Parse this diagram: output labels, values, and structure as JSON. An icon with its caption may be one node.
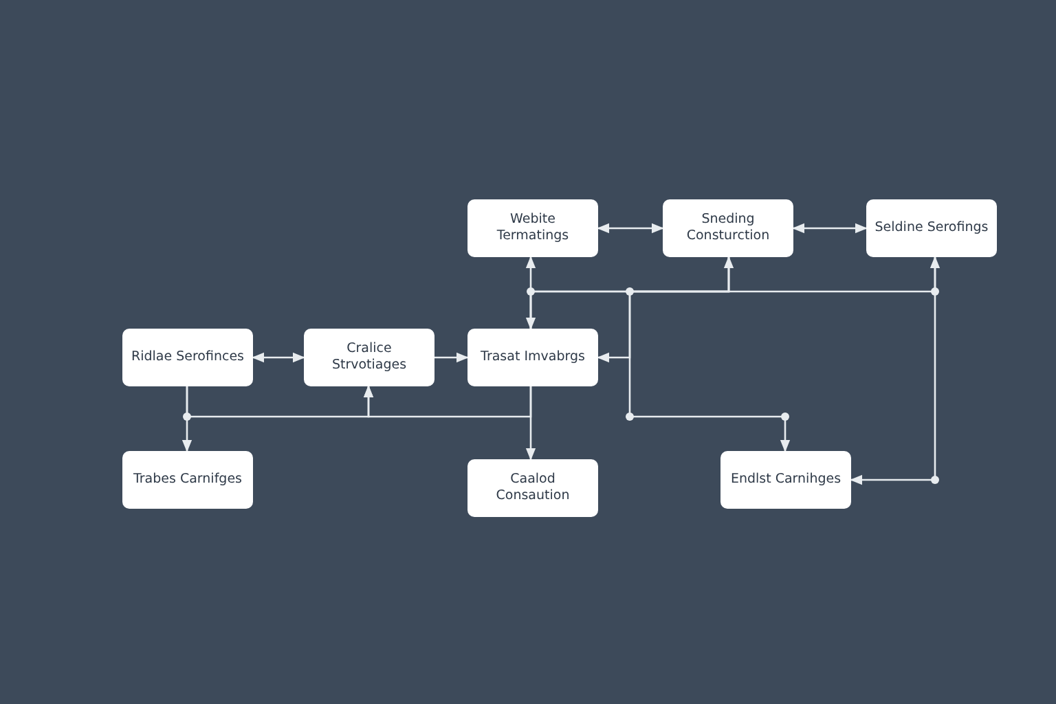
{
  "diagram": {
    "nodes": [
      {
        "text": [
          "Webite Termatings"
        ]
      },
      {
        "text": [
          "Sneding Consturction"
        ]
      },
      {
        "text": [
          "Seldine Serofings"
        ]
      },
      {
        "text": [
          "Ridlae Serofinces"
        ]
      },
      {
        "text": [
          "Cralice Strvotiages"
        ]
      },
      {
        "text": [
          "Trasat Imvabrgs"
        ]
      },
      {
        "text": [
          "Trabes Carnifges"
        ]
      },
      {
        "text": [
          "Caalod Consaution"
        ]
      },
      {
        "text": [
          "Endlst Carnihges"
        ]
      }
    ],
    "edges": [
      {
        "from": 0,
        "to": 1,
        "arrow": "both"
      },
      {
        "from": 1,
        "to": 2,
        "arrow": "both"
      },
      {
        "from": 3,
        "to": 4,
        "arrow": "both"
      },
      {
        "from": 4,
        "to": 5,
        "arrow": "to"
      },
      {
        "from": 0,
        "to": 5,
        "arrow": "both"
      },
      {
        "from": 5,
        "to": 1,
        "arrow": "to"
      },
      {
        "from": 5,
        "to": 2,
        "arrow": "to"
      },
      {
        "from": 2,
        "to": 8,
        "arrow": "to"
      },
      {
        "from": 1,
        "to": 5,
        "arrow": "to"
      },
      {
        "from": 1,
        "to": 8,
        "arrow": "to"
      },
      {
        "from": 3,
        "to": 6,
        "arrow": "to"
      },
      {
        "from": 3,
        "to": 4,
        "arrow": "to"
      },
      {
        "from": 5,
        "to": 7,
        "arrow": "to"
      },
      {
        "from": 5,
        "to": 4,
        "arrow": "to"
      }
    ]
  }
}
